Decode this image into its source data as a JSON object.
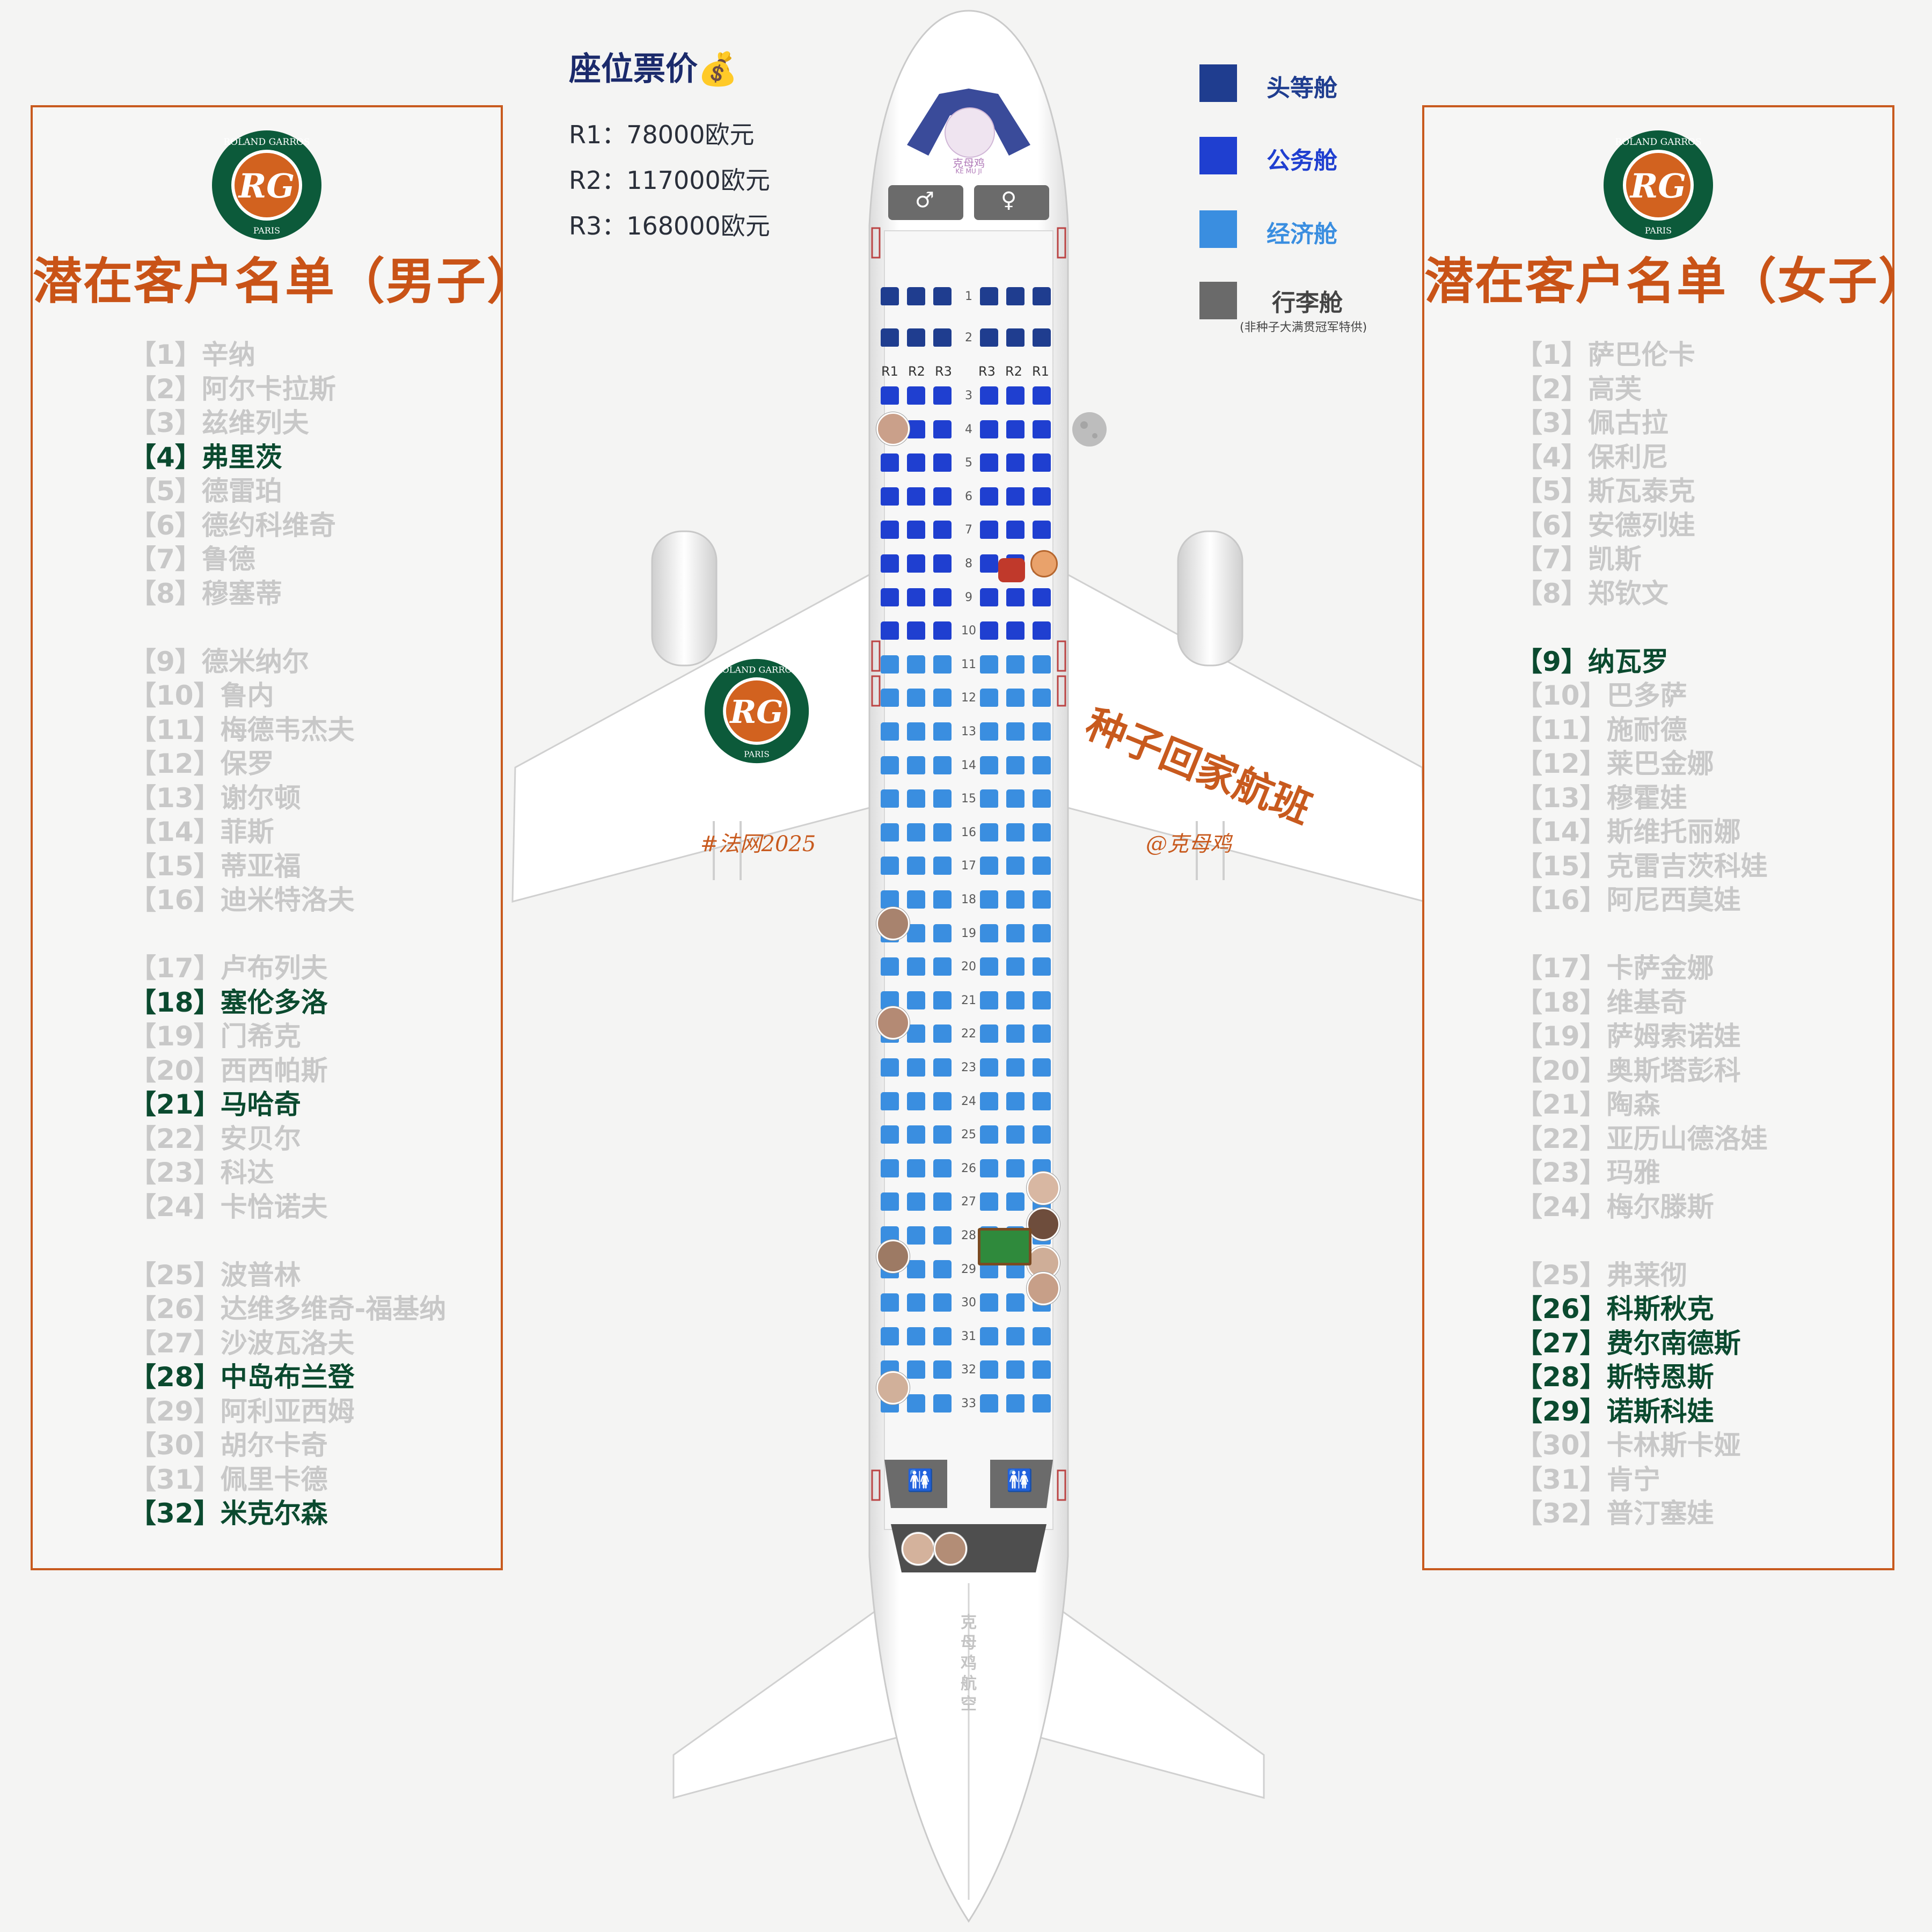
{
  "pricing": {
    "title": "座位票价💰",
    "lines": [
      "R1：78000欧元",
      "R2：117000欧元",
      "R3：168000欧元"
    ]
  },
  "legend": [
    {
      "label": "头等舱",
      "color": "#1f3d8f"
    },
    {
      "label": "公务舱",
      "color": "#1f3fd0"
    },
    {
      "label": "经济舱",
      "color": "#3a8ee0"
    },
    {
      "label": "行李舱",
      "color": "#6a6a6a"
    }
  ],
  "legend_note": "(非种子大满贯冠军特供)",
  "logo": {
    "top_text": "ROLAND GARROS",
    "bottom_text": "PARIS",
    "mark": "RG"
  },
  "nose_logo": {
    "cn": "克母鸡",
    "en": "KE MU JI"
  },
  "seat_col_labels_left": [
    "R1",
    "R2",
    "R3"
  ],
  "seat_col_labels_right": [
    "R3",
    "R2",
    "R1"
  ],
  "row_numbers": [
    "1",
    "2",
    "3",
    "4",
    "5",
    "6",
    "7",
    "8",
    "9",
    "10",
    "11",
    "12",
    "13",
    "14",
    "15",
    "16",
    "17",
    "18",
    "19",
    "20",
    "21",
    "22",
    "23",
    "24",
    "25",
    "26",
    "27",
    "28",
    "29",
    "30",
    "31",
    "32",
    "33"
  ],
  "wing_left_tag": "#法网2025",
  "wing_right_tag": "@克母鸡",
  "wing_slogan": "种子回家航班",
  "tail_text": "克母鸡航空",
  "restroom_male": "♂",
  "restroom_female": "♀",
  "men": {
    "title": "潜在客户名单（男子）",
    "items": [
      {
        "text": "【1】辛纳",
        "hl": false,
        "gap": false
      },
      {
        "text": "【2】阿尔卡拉斯",
        "hl": false,
        "gap": false
      },
      {
        "text": "【3】兹维列夫",
        "hl": false,
        "gap": false
      },
      {
        "text": "【4】弗里茨",
        "hl": true,
        "gap": false
      },
      {
        "text": "【5】德雷珀",
        "hl": false,
        "gap": false
      },
      {
        "text": "【6】德约科维奇",
        "hl": false,
        "gap": false
      },
      {
        "text": "【7】鲁德",
        "hl": false,
        "gap": false
      },
      {
        "text": "【8】穆塞蒂",
        "hl": false,
        "gap": false
      },
      {
        "text": "【9】德米纳尔",
        "hl": false,
        "gap": true
      },
      {
        "text": "【10】鲁内",
        "hl": false,
        "gap": false
      },
      {
        "text": "【11】梅德韦杰夫",
        "hl": false,
        "gap": false
      },
      {
        "text": "【12】保罗",
        "hl": false,
        "gap": false
      },
      {
        "text": "【13】谢尔顿",
        "hl": false,
        "gap": false
      },
      {
        "text": "【14】菲斯",
        "hl": false,
        "gap": false
      },
      {
        "text": "【15】蒂亚福",
        "hl": false,
        "gap": false
      },
      {
        "text": "【16】迪米特洛夫",
        "hl": false,
        "gap": false
      },
      {
        "text": "【17】卢布列夫",
        "hl": false,
        "gap": true
      },
      {
        "text": "【18】塞伦多洛",
        "hl": true,
        "gap": false
      },
      {
        "text": "【19】门希克",
        "hl": false,
        "gap": false
      },
      {
        "text": "【20】西西帕斯",
        "hl": false,
        "gap": false
      },
      {
        "text": "【21】马哈奇",
        "hl": true,
        "gap": false
      },
      {
        "text": "【22】安贝尔",
        "hl": false,
        "gap": false
      },
      {
        "text": "【23】科达",
        "hl": false,
        "gap": false
      },
      {
        "text": "【24】卡恰诺夫",
        "hl": false,
        "gap": false
      },
      {
        "text": "【25】波普林",
        "hl": false,
        "gap": true
      },
      {
        "text": "【26】达维多维奇-福基纳",
        "hl": false,
        "gap": false
      },
      {
        "text": "【27】沙波瓦洛夫",
        "hl": false,
        "gap": false
      },
      {
        "text": "【28】中岛布兰登",
        "hl": true,
        "gap": false
      },
      {
        "text": "【29】阿利亚西姆",
        "hl": false,
        "gap": false
      },
      {
        "text": "【30】胡尔卡奇",
        "hl": false,
        "gap": false
      },
      {
        "text": "【31】佩里卡德",
        "hl": false,
        "gap": false
      },
      {
        "text": "【32】米克尔森",
        "hl": true,
        "gap": false
      }
    ]
  },
  "women": {
    "title": "潜在客户名单（女子）",
    "items": [
      {
        "text": "【1】萨巴伦卡",
        "hl": false,
        "gap": false
      },
      {
        "text": "【2】高芙",
        "hl": false,
        "gap": false
      },
      {
        "text": "【3】佩古拉",
        "hl": false,
        "gap": false
      },
      {
        "text": "【4】保利尼",
        "hl": false,
        "gap": false
      },
      {
        "text": "【5】斯瓦泰克",
        "hl": false,
        "gap": false
      },
      {
        "text": "【6】安德列娃",
        "hl": false,
        "gap": false
      },
      {
        "text": "【7】凯斯",
        "hl": false,
        "gap": false
      },
      {
        "text": "【8】郑钦文",
        "hl": false,
        "gap": false
      },
      {
        "text": "【9】纳瓦罗",
        "hl": true,
        "gap": true
      },
      {
        "text": "【10】巴多萨",
        "hl": false,
        "gap": false
      },
      {
        "text": "【11】施耐德",
        "hl": false,
        "gap": false
      },
      {
        "text": "【12】莱巴金娜",
        "hl": false,
        "gap": false
      },
      {
        "text": "【13】穆霍娃",
        "hl": false,
        "gap": false
      },
      {
        "text": "【14】斯维托丽娜",
        "hl": false,
        "gap": false
      },
      {
        "text": "【15】克雷吉茨科娃",
        "hl": false,
        "gap": false
      },
      {
        "text": "【16】阿尼西莫娃",
        "hl": false,
        "gap": false
      },
      {
        "text": "【17】卡萨金娜",
        "hl": false,
        "gap": true
      },
      {
        "text": "【18】维基奇",
        "hl": false,
        "gap": false
      },
      {
        "text": "【19】萨姆索诺娃",
        "hl": false,
        "gap": false
      },
      {
        "text": "【20】奥斯塔彭科",
        "hl": false,
        "gap": false
      },
      {
        "text": "【21】陶森",
        "hl": false,
        "gap": false
      },
      {
        "text": "【22】亚历山德洛娃",
        "hl": false,
        "gap": false
      },
      {
        "text": "【23】玛雅",
        "hl": false,
        "gap": false
      },
      {
        "text": "【24】梅尔滕斯",
        "hl": false,
        "gap": false
      },
      {
        "text": "【25】弗莱彻",
        "hl": false,
        "gap": true
      },
      {
        "text": "【26】科斯秋克",
        "hl": true,
        "gap": false
      },
      {
        "text": "【27】费尔南德斯",
        "hl": true,
        "gap": false
      },
      {
        "text": "【28】斯特恩斯",
        "hl": true,
        "gap": false
      },
      {
        "text": "【29】诺斯科娃",
        "hl": true,
        "gap": false
      },
      {
        "text": "【30】卡林斯卡娅",
        "hl": false,
        "gap": false
      },
      {
        "text": "【31】肯宁",
        "hl": false,
        "gap": false
      },
      {
        "text": "【32】普汀塞娃",
        "hl": false,
        "gap": false
      }
    ]
  }
}
